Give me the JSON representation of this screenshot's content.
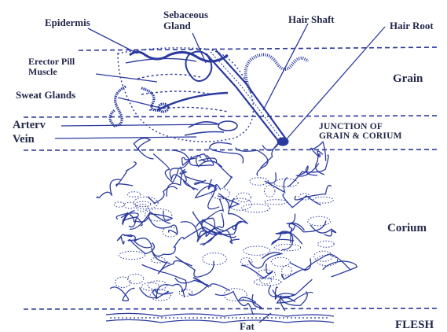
{
  "labels": {
    "epidermis": "Epidermis",
    "sebaceous_gland": "Sebaceous\nGland",
    "hair_shaft": "Hair Shaft",
    "hair_root": "Hair Root",
    "erector_pili_muscle": "Erector Pill\nMuscle",
    "sweat_glands": "Sweat Glands",
    "artery": "Arterv",
    "vein": "Vein",
    "fat": "Fat"
  },
  "zones": {
    "grain": "Grain",
    "junction": "JUNCTION OF\nGRAIN & CORIUM",
    "corium": "Corium",
    "flesh": "FLESH"
  },
  "colors": {
    "ink": "#2a3a9e",
    "dashed_line": "#2b3a9a",
    "text": "#23284a"
  }
}
